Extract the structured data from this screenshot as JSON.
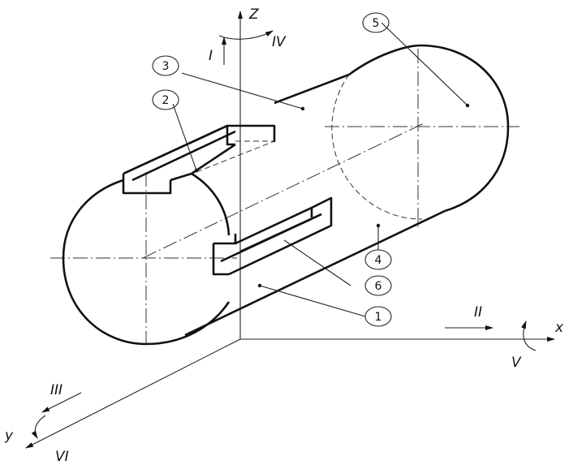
{
  "axes": {
    "x": "x",
    "y": "y",
    "z": "Z"
  },
  "views": {
    "I": "I",
    "II": "II",
    "III": "III",
    "IV": "IV",
    "V": "V",
    "VI": "VI"
  },
  "callouts": [
    "1",
    "2",
    "3",
    "4",
    "5",
    "6"
  ]
}
